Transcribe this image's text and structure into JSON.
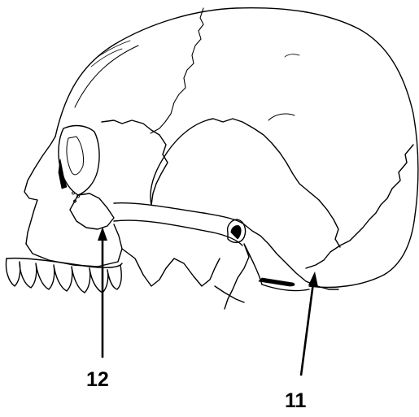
{
  "figure": {
    "subject": "skull",
    "view": "left lateral",
    "style": "black line drawing on white",
    "colors": {
      "ink": "#000000",
      "background": "#ffffff"
    }
  },
  "callouts": [
    {
      "id": "callout-12",
      "label": "12"
    },
    {
      "id": "callout-11",
      "label": "11"
    }
  ]
}
